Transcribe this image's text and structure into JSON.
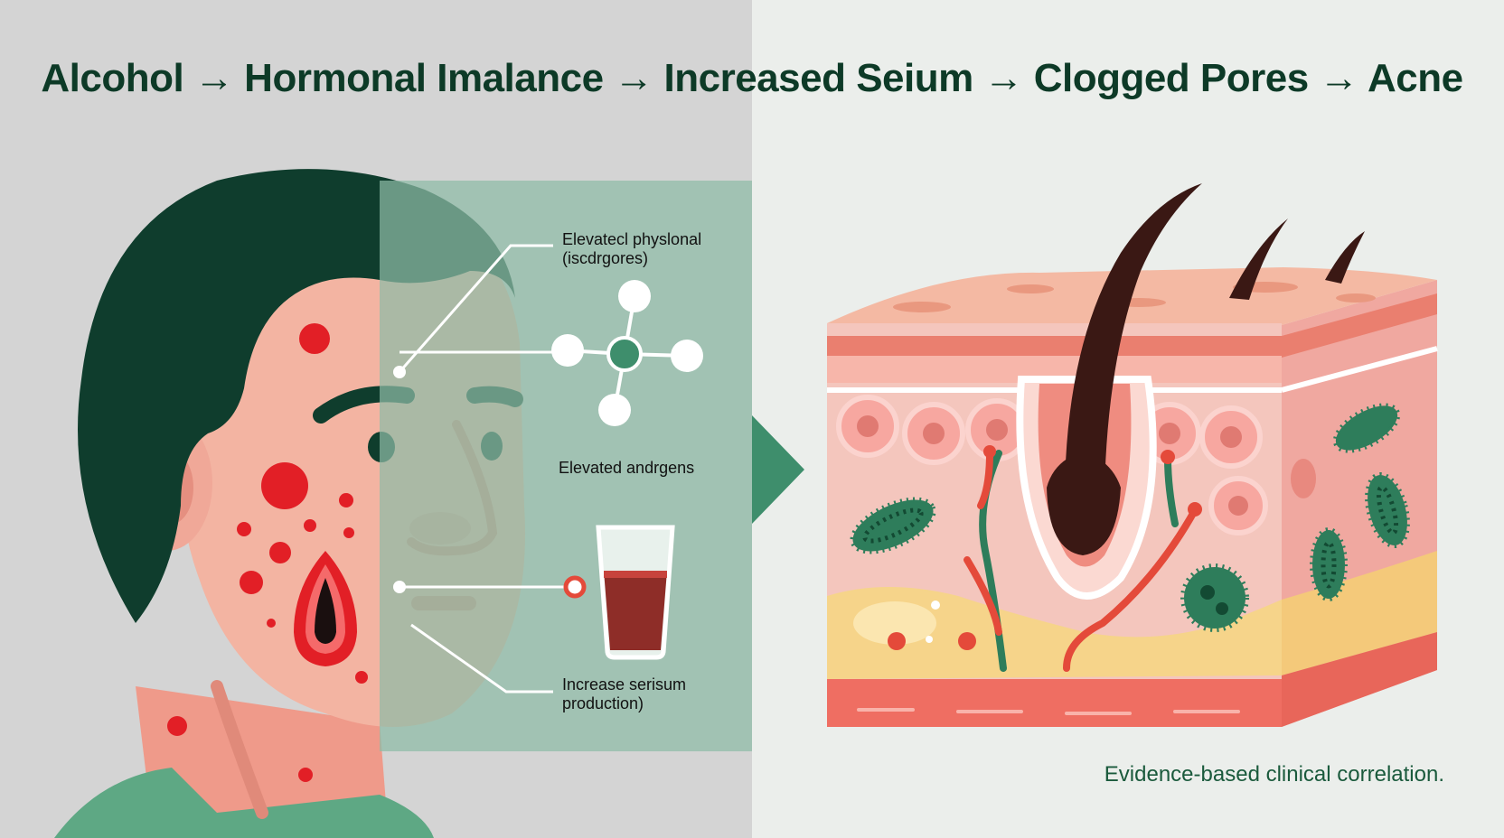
{
  "title": "Alcohol → Hormonal Imalance → Increased Seium → Clogged Pores → Acne",
  "labels": {
    "top_line1": "Elevatecl physlonal",
    "top_line2": "(iscdrgores)",
    "middle": "Elevated andrgens",
    "bottom_line1": "Increase serisum",
    "bottom_line2": "production)"
  },
  "footer": "Evidence-based clinical correlation.",
  "colors": {
    "background_left": "#d4d4d4",
    "background_right": "#ebeeeb",
    "overlay_panel": "#a6c7b8",
    "hair": "#0f3d2d",
    "skin": "#f3b4a2",
    "acne_red": "#e21f26",
    "bacteria_green": "#2e7d5b",
    "title_text": "#0d3a27"
  },
  "icons": {
    "molecule": "molecule-icon",
    "glass": "alcohol-glass-icon",
    "arrow": "triangle-arrow-icon"
  }
}
